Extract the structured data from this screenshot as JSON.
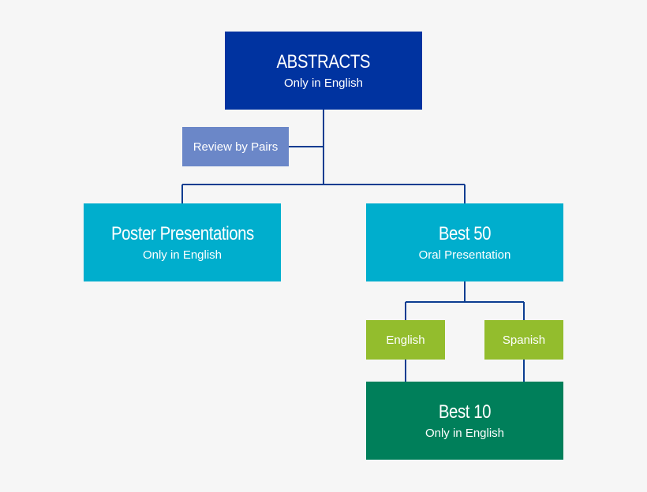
{
  "nodes": {
    "abstracts": {
      "title": "ABSTRACTS",
      "subtitle": "Only in English"
    },
    "review": {
      "label": "Review by Pairs"
    },
    "poster": {
      "title": "Poster Presentations",
      "subtitle": "Only in English"
    },
    "best50": {
      "title": "Best 50",
      "subtitle": "Oral Presentation"
    },
    "english": {
      "label": "English"
    },
    "spanish": {
      "label": "Spanish"
    },
    "best10": {
      "title": "Best 10",
      "subtitle": "Only in English"
    }
  },
  "colors": {
    "background": "#f6f6f6",
    "connector": "#0b3d91",
    "abstracts": "#0033a0",
    "review": "#6b87c8",
    "presentation": "#00aecd",
    "language": "#93bd2d",
    "best10": "#007f5a"
  }
}
